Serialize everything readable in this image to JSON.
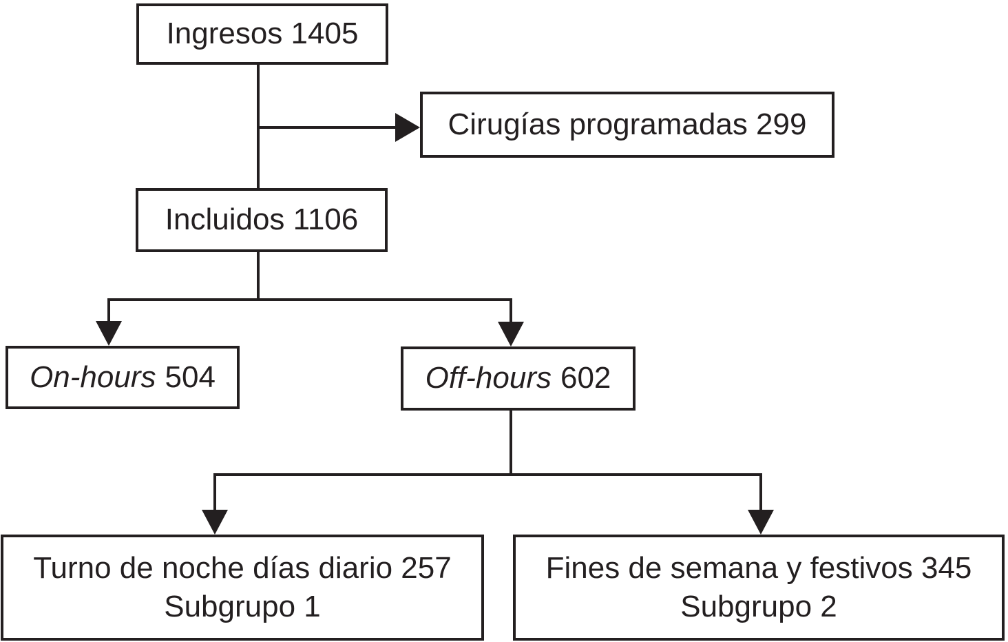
{
  "diagram": {
    "type": "flowchart",
    "language": "es",
    "colors": {
      "line": "#231f20",
      "background": "#ffffff"
    },
    "boxes": {
      "ingresos": {
        "label": "Ingresos 1405"
      },
      "cirugias": {
        "label": "Cirugías programadas 299"
      },
      "incluidos": {
        "label": "Incluidos 1106"
      },
      "on_hours": {
        "label_italic": "On-hours",
        "value": "504"
      },
      "off_hours": {
        "label_italic": "Off-hours",
        "value": "602"
      },
      "subgrupo1": {
        "line1": "Turno de noche días diario 257",
        "line2": "Subgrupo 1"
      },
      "subgrupo2": {
        "line1": "Fines de semana y festivos 345",
        "line2": "Subgrupo 2"
      }
    }
  }
}
